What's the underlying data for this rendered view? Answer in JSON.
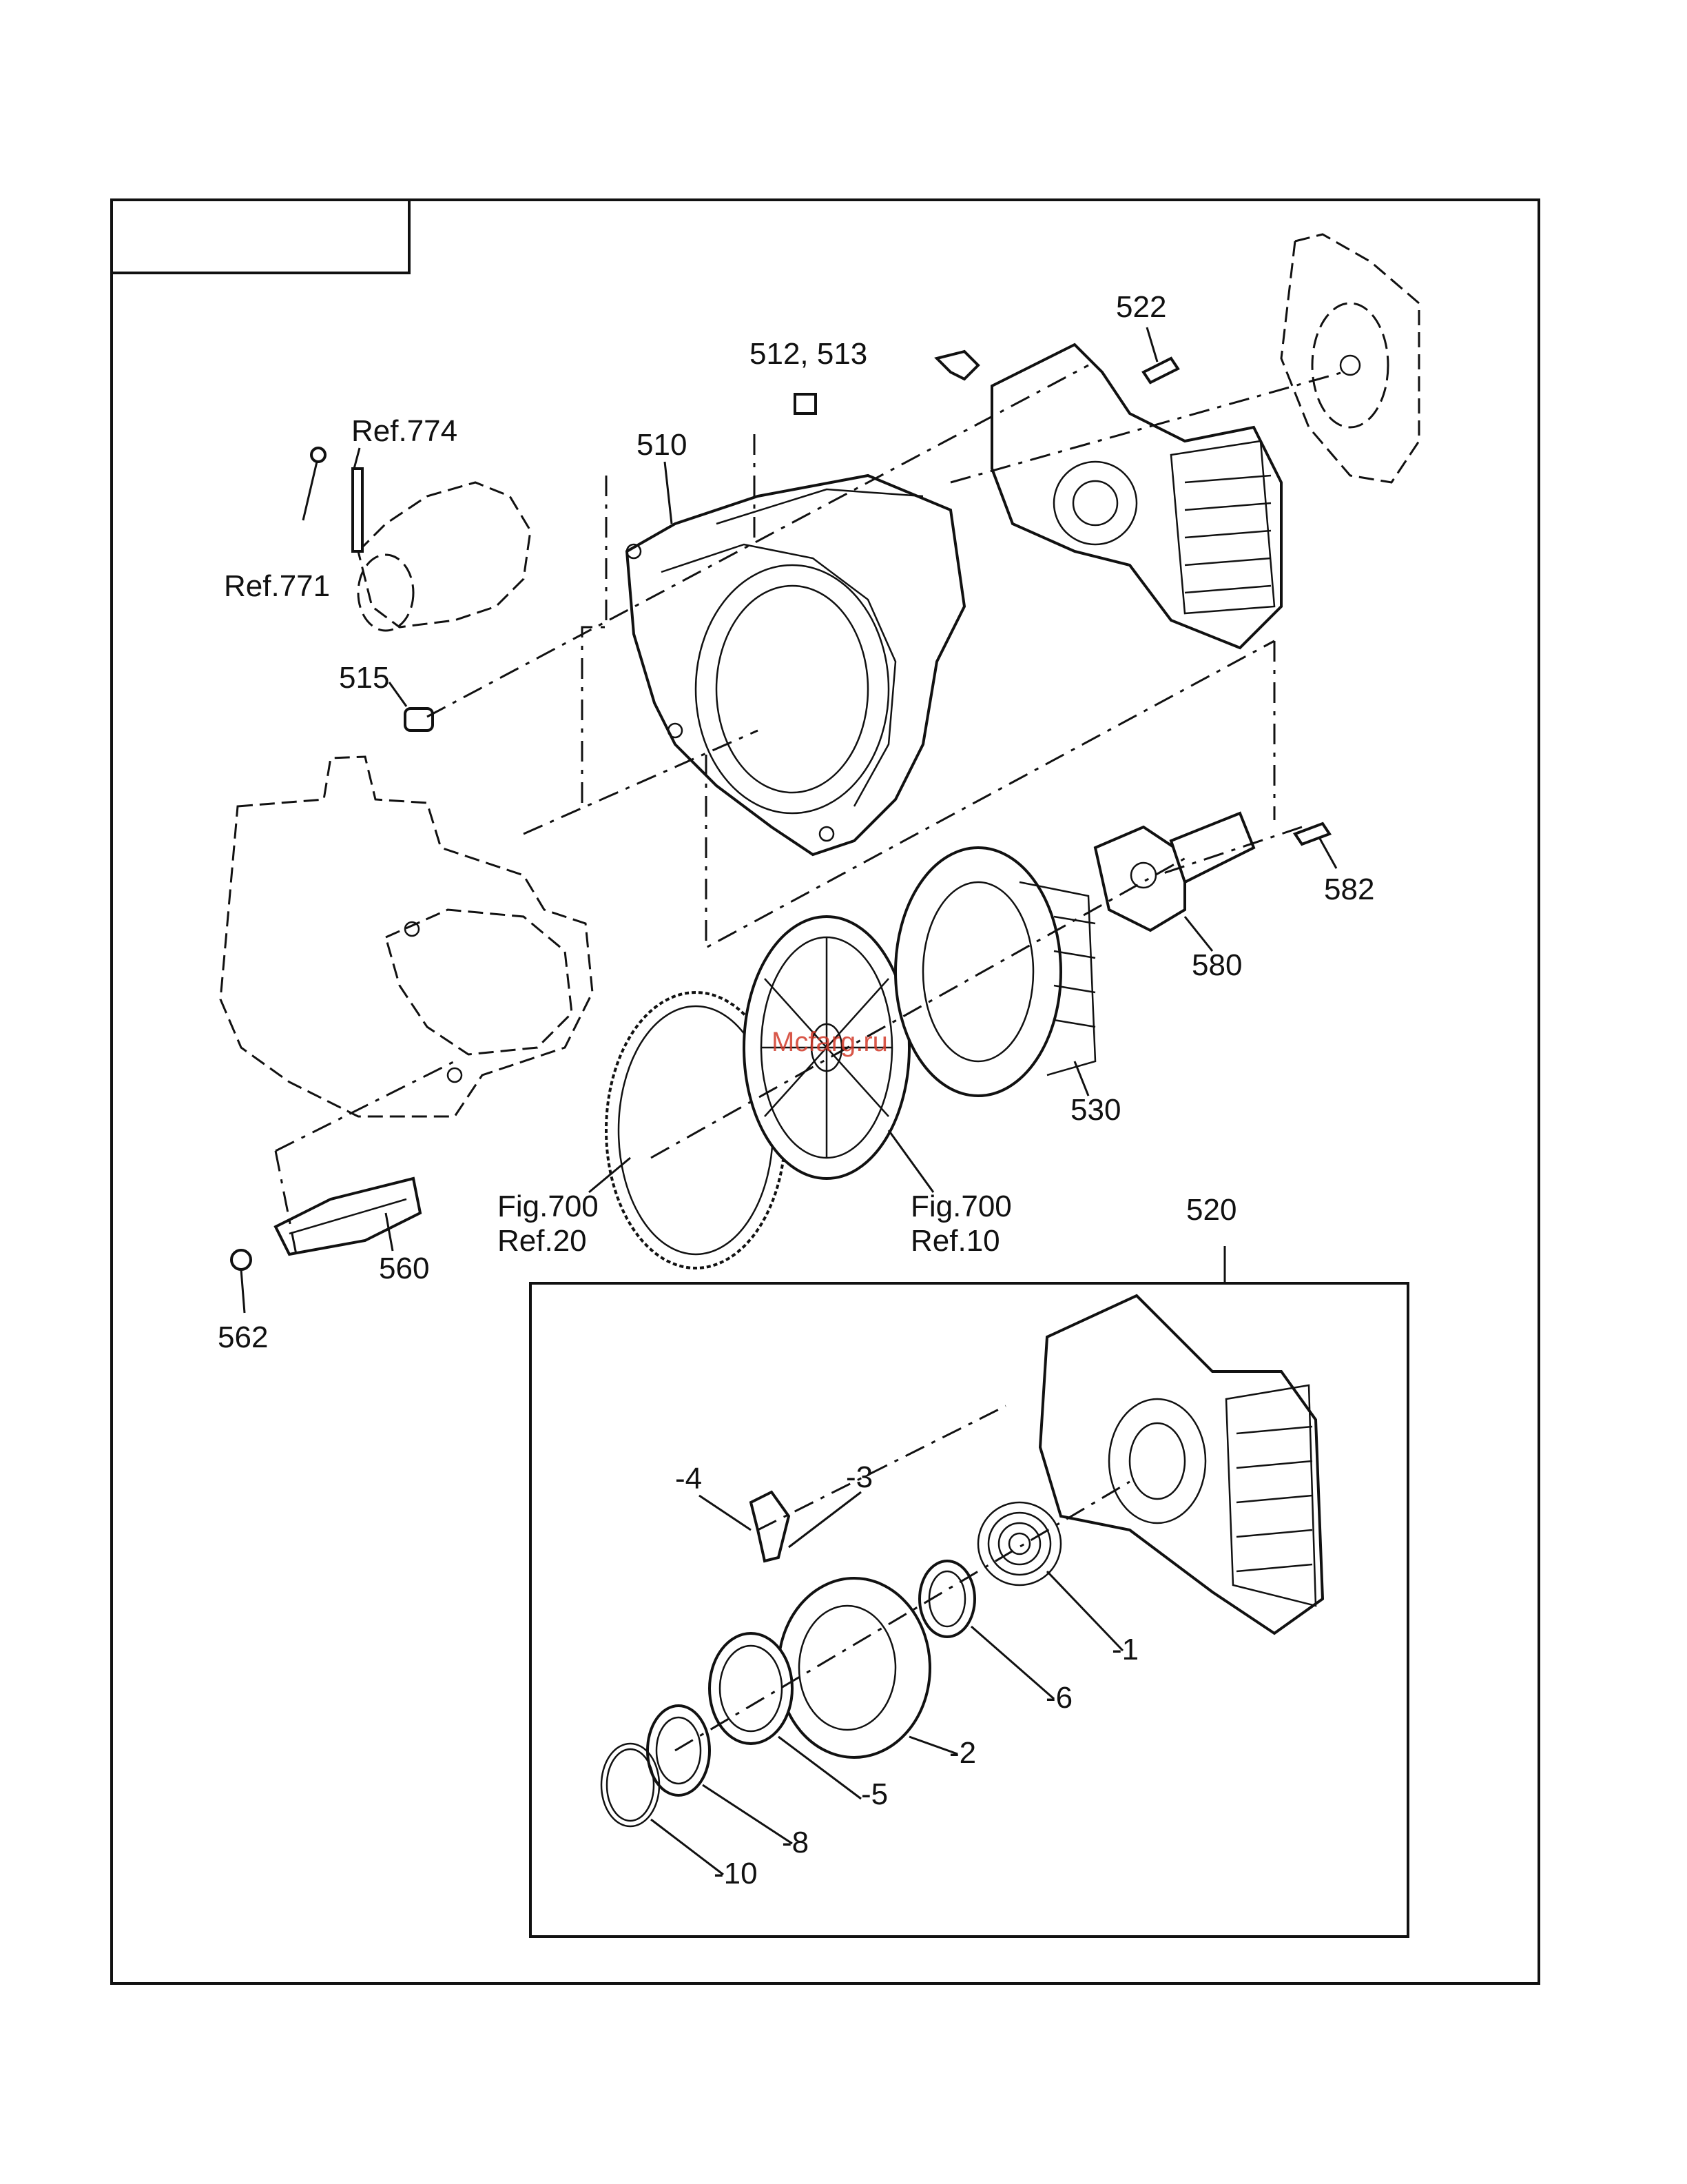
{
  "labels": {
    "ref774": "Ref.774",
    "ref771": "Ref.771",
    "p510": "510",
    "p512_513": "512, 513",
    "p522": "522",
    "p515": "515",
    "p582": "582",
    "p580": "580",
    "p530": "530",
    "p560": "560",
    "p562": "562",
    "fig700_ref20_a": "Fig.700",
    "fig700_ref20_b": "Ref.20",
    "fig700_ref10_a": "Fig.700",
    "fig700_ref10_b": "Ref.10",
    "p520": "520",
    "s4": "-4",
    "s3": "-3",
    "s1": "-1",
    "s6": "-6",
    "s2": "-2",
    "s5": "-5",
    "s8": "-8",
    "s10": "-10"
  },
  "watermark": "Mcfarg.ru",
  "colors": {
    "ink": "#111111",
    "watermark": "#d23a2a",
    "background": "#ffffff"
  }
}
